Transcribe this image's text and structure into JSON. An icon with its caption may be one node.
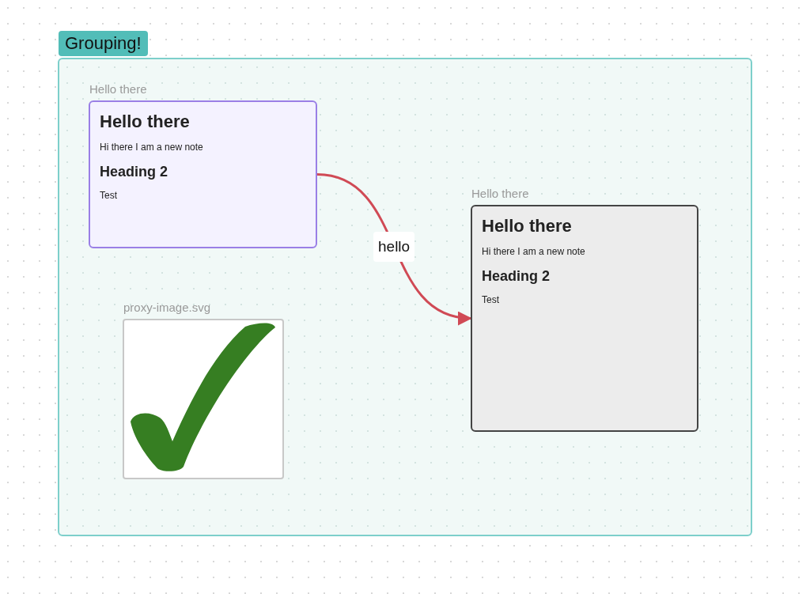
{
  "diagram": {
    "nodes": [
      {
        "text": [
          "Grouping!"
        ]
      },
      {
        "text": [
          "Hello there",
          "Hi there I am a new note",
          "Heading 2",
          "Test"
        ],
        "beside": [
          "Hello there"
        ],
        "in": 0
      },
      {
        "text": [
          "Hello there",
          "Hi there I am a new note",
          "Heading 2",
          "Test"
        ],
        "beside": [
          "Hello there"
        ],
        "in": 0
      },
      {
        "text": [],
        "shape": "picture",
        "beside": [
          "proxy-image.svg"
        ],
        "in": 0
      }
    ],
    "edges": [
      {
        "from": 1,
        "to": 2,
        "arrow": "to",
        "label": "hello",
        "color": "#d04a55"
      }
    ]
  }
}
